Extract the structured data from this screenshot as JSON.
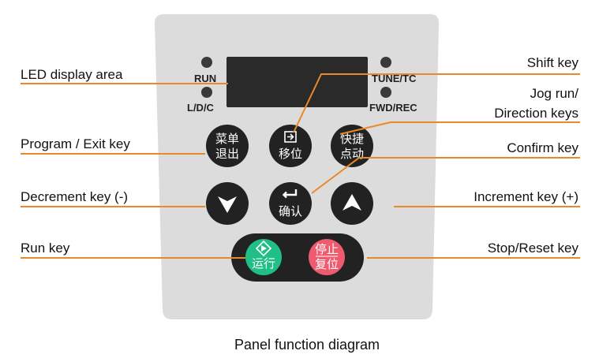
{
  "panel": {
    "caption": "Panel function diagram",
    "indicators": {
      "run": "RUN",
      "ldc": "L/D/C",
      "tune": "TUNE/TC",
      "fwd": "FWD/REC"
    },
    "keys": {
      "program_line1": "菜单",
      "program_line2": "退出",
      "shift_line2": "移位",
      "jog_line1": "快捷",
      "jog_line2": "点动",
      "confirm_line2": "确认",
      "run_line2": "运行",
      "stop_line1": "停止",
      "stop_line2": "复位"
    },
    "colors": {
      "panel": "#DCDCDC",
      "key": "#222222",
      "run_key": "#1FBF86",
      "stop_key": "#EE5A6E",
      "leader": "#E8892A"
    }
  },
  "labels": {
    "led_display": "LED display area",
    "shift_key": "Shift key",
    "jog_line1": "Jog run/",
    "jog_line2": "Direction keys",
    "program_exit": "Program / Exit key",
    "confirm": "Confirm key",
    "decrement": "Decrement key (-)",
    "increment": "Increment key (+)",
    "run_key": "Run key",
    "stop_reset": "Stop/Reset key"
  }
}
